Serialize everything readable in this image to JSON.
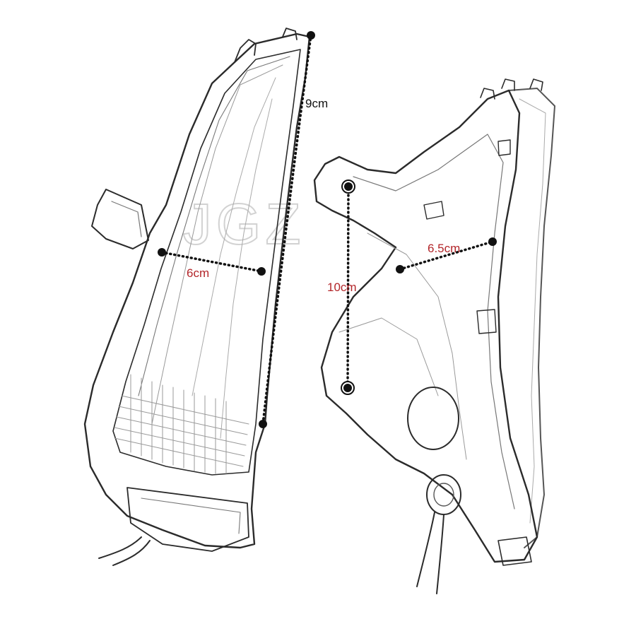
{
  "watermark": "JGZ",
  "colors": {
    "line": "#2b2b2b",
    "dot": "#111111",
    "label_black": "#111111",
    "label_red": "#b3262a",
    "watermark": "#d9d9d9"
  },
  "measurements": {
    "left_height": "9cm",
    "left_width": "6cm",
    "right_height": "10cm",
    "right_width": "6.5cm"
  }
}
